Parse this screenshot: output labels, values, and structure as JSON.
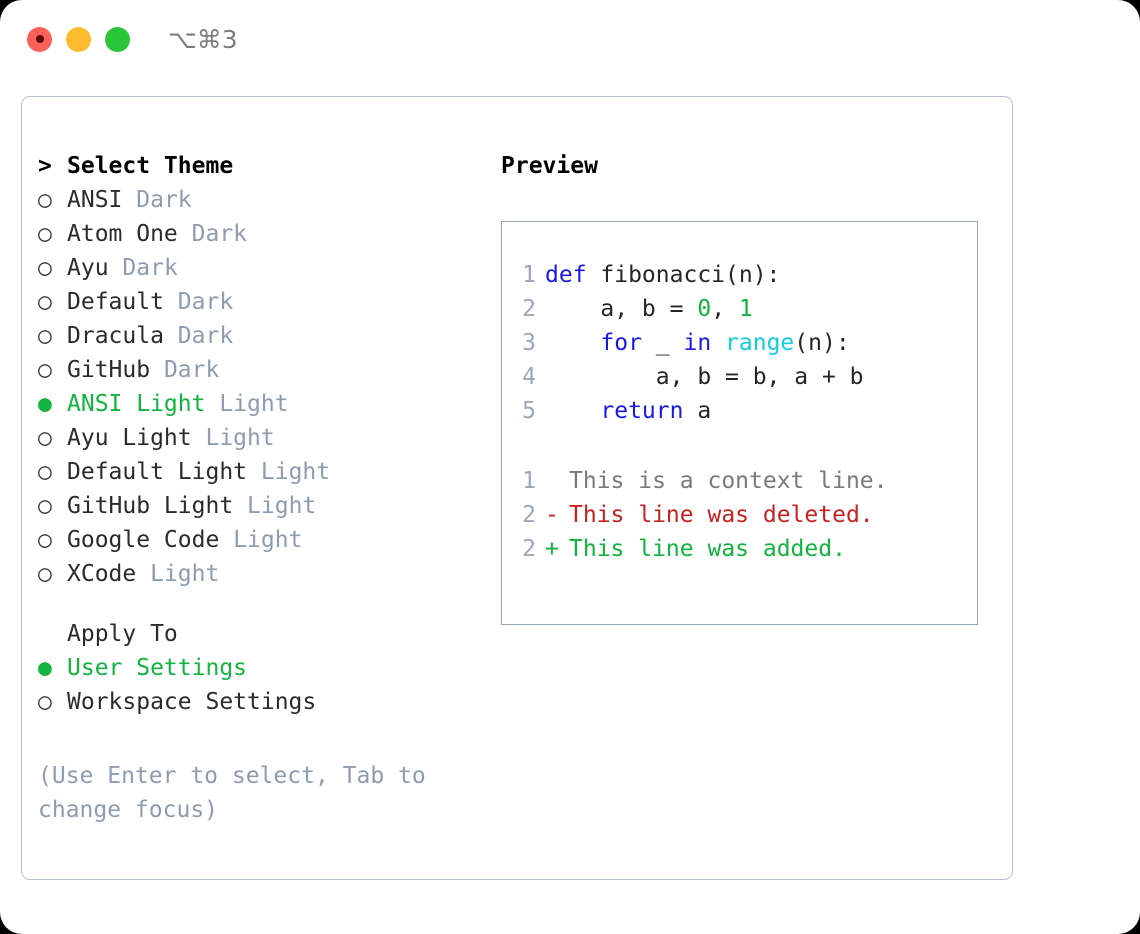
{
  "window": {
    "traffic_lights": [
      "close",
      "minimize",
      "maximize"
    ],
    "shortcut": "⌥⌘3"
  },
  "theme_panel": {
    "header": {
      "prefix": ">",
      "label": "Select Theme"
    },
    "items": [
      {
        "marker": "○",
        "name": "ANSI",
        "variant": "Dark",
        "selected": false
      },
      {
        "marker": "○",
        "name": "Atom One",
        "variant": "Dark",
        "selected": false
      },
      {
        "marker": "○",
        "name": "Ayu",
        "variant": "Dark",
        "selected": false
      },
      {
        "marker": "○",
        "name": "Default",
        "variant": "Dark",
        "selected": false
      },
      {
        "marker": "○",
        "name": "Dracula",
        "variant": "Dark",
        "selected": false
      },
      {
        "marker": "○",
        "name": "GitHub",
        "variant": "Dark",
        "selected": false
      },
      {
        "marker": "●",
        "name": "ANSI Light",
        "variant": "Light",
        "selected": true
      },
      {
        "marker": "○",
        "name": "Ayu Light",
        "variant": "Light",
        "selected": false
      },
      {
        "marker": "○",
        "name": "Default Light",
        "variant": "Light",
        "selected": false
      },
      {
        "marker": "○",
        "name": "GitHub Light",
        "variant": "Light",
        "selected": false
      },
      {
        "marker": "○",
        "name": "Google Code",
        "variant": "Light",
        "selected": false
      },
      {
        "marker": "○",
        "name": "XCode",
        "variant": "Light",
        "selected": false
      }
    ]
  },
  "apply_to": {
    "header": {
      "prefix": " ",
      "label": "Apply To"
    },
    "items": [
      {
        "marker": "●",
        "name": "User Settings",
        "selected": true
      },
      {
        "marker": "○",
        "name": "Workspace Settings",
        "selected": false
      }
    ]
  },
  "hint": "(Use Enter to select, Tab to change focus)",
  "preview": {
    "title": "Preview",
    "code": [
      {
        "num": "1",
        "tokens": [
          {
            "t": "def",
            "c": "kw"
          },
          {
            "t": " fibonacci(n):",
            "c": "plain"
          }
        ]
      },
      {
        "num": "2",
        "tokens": [
          {
            "t": "    a, b = ",
            "c": "plain"
          },
          {
            "t": "0",
            "c": "num"
          },
          {
            "t": ", ",
            "c": "plain"
          },
          {
            "t": "1",
            "c": "num"
          }
        ]
      },
      {
        "num": "3",
        "tokens": [
          {
            "t": "    ",
            "c": "plain"
          },
          {
            "t": "for",
            "c": "kw"
          },
          {
            "t": " _ ",
            "c": "plain"
          },
          {
            "t": "in",
            "c": "kw"
          },
          {
            "t": " ",
            "c": "plain"
          },
          {
            "t": "range",
            "c": "fn"
          },
          {
            "t": "(n):",
            "c": "plain"
          }
        ]
      },
      {
        "num": "4",
        "tokens": [
          {
            "t": "        a, b = b, a + b",
            "c": "plain"
          }
        ]
      },
      {
        "num": "5",
        "tokens": [
          {
            "t": "    ",
            "c": "plain"
          },
          {
            "t": "return",
            "c": "kw"
          },
          {
            "t": " a",
            "c": "plain"
          }
        ]
      }
    ],
    "diff": [
      {
        "num": "1",
        "sign": " ",
        "text": "This is a context line.",
        "kind": "ctx"
      },
      {
        "num": "2",
        "sign": "-",
        "text": "This line was deleted.",
        "kind": "del"
      },
      {
        "num": "2",
        "sign": "+",
        "text": "This line was added.",
        "kind": "add"
      }
    ]
  },
  "colors": {
    "accent_green": "#12b33f",
    "muted": "#8e9cb0",
    "keyword_blue": "#1818e8",
    "function_cyan": "#0fcede",
    "diff_delete_red": "#c62222",
    "border": "#b6bfcc",
    "preview_border": "#95a3b5"
  }
}
